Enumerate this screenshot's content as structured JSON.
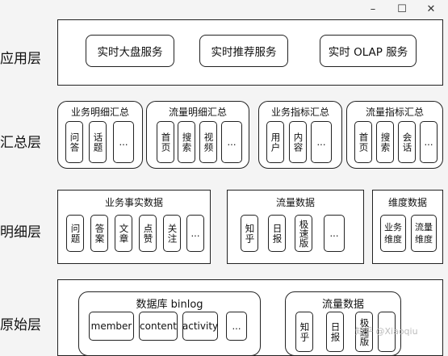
{
  "window": {
    "minimize": "–",
    "maximize": "☐",
    "close": "✕"
  },
  "layers": {
    "application": {
      "label": "应用层",
      "services": [
        "实时大盘服务",
        "实时推荐服务",
        "实时 OLAP 服务"
      ]
    },
    "summary": {
      "label": "汇总层",
      "groups": [
        {
          "title": "业务明细汇总",
          "items": [
            "问答",
            "话题",
            "..."
          ]
        },
        {
          "title": "流量明细汇总",
          "items": [
            "首页",
            "搜索",
            "视频",
            "..."
          ]
        },
        {
          "title": "业务指标汇总",
          "items": [
            "用户",
            "内容",
            "..."
          ]
        },
        {
          "title": "流量指标汇总",
          "items": [
            "首页",
            "搜索",
            "会话",
            "..."
          ]
        }
      ]
    },
    "detail": {
      "label": "明细层",
      "groups": [
        {
          "title": "业务事实数据",
          "items": [
            "问题",
            "答案",
            "文章",
            "点赞",
            "关注",
            "..."
          ]
        },
        {
          "title": "流量数据",
          "items": [
            "知乎",
            "日报",
            "极速版",
            "..."
          ]
        },
        {
          "title": "维度数据",
          "items": [
            "业务维度",
            "流量维度"
          ]
        }
      ]
    },
    "raw": {
      "label": "原始层",
      "groups": [
        {
          "title": "数据库 binlog",
          "items": [
            "member",
            "content",
            "activity",
            "..."
          ]
        },
        {
          "title": "流量数据",
          "items": [
            "知乎",
            "日报",
            "极速版",
            ""
          ]
        }
      ]
    }
  },
  "watermark": "知乎 @Xiaoqiu"
}
